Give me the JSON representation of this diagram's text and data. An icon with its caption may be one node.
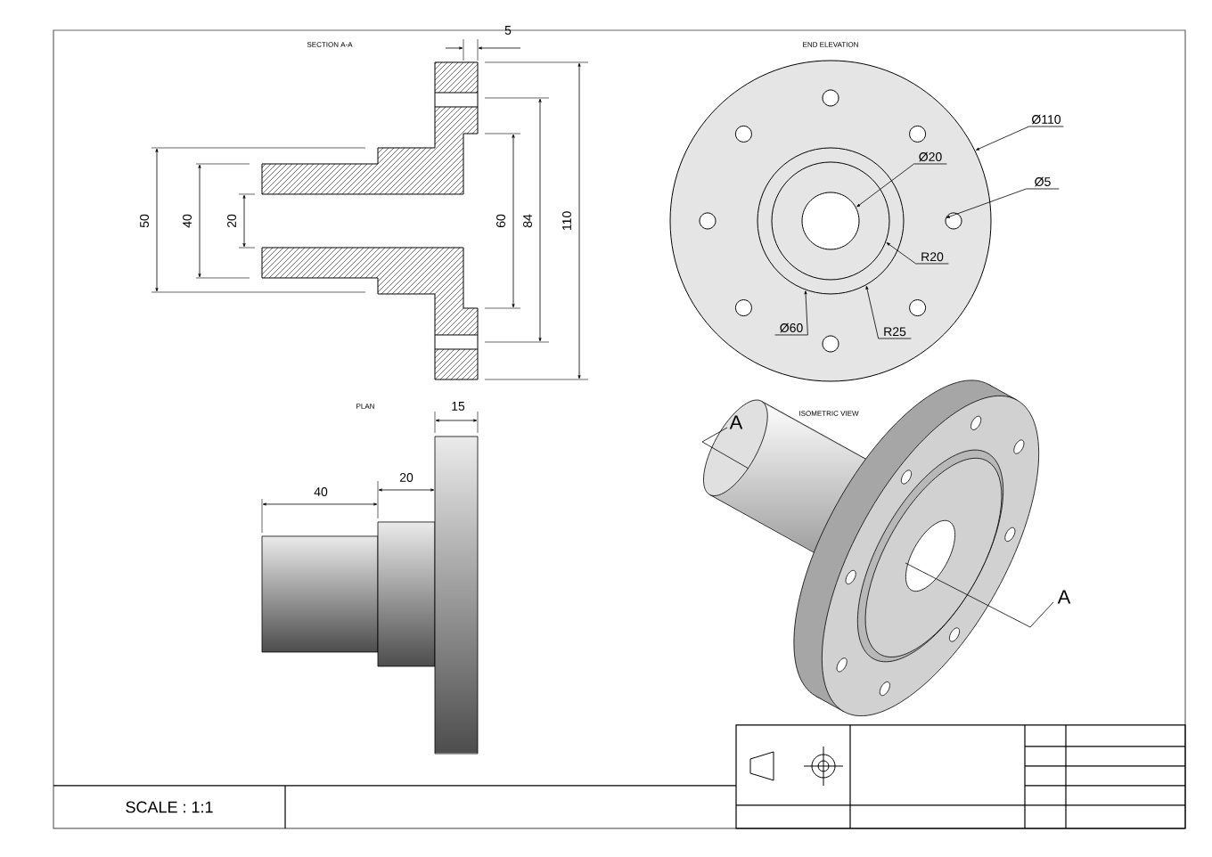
{
  "diagram": {
    "nodes": [
      {
        "text": [
          "Ø110"
        ]
      },
      {
        "text": [
          "Ø20"
        ],
        "in": 6
      },
      {
        "text": [
          "Ø5"
        ]
      },
      {
        "text": [
          "R20"
        ],
        "in": 6
      },
      {
        "text": [
          "R25"
        ],
        "in": 6
      },
      {
        "text": [
          "Ø60"
        ],
        "in": 6
      },
      {
        "text": [],
        "shape": "circle"
      },
      {
        "text": [],
        "shape": "circle",
        "in": 9
      },
      {
        "text": [],
        "shape": "circle",
        "in": 6
      },
      {
        "text": [],
        "shape": "circle",
        "in": 10
      },
      {
        "text": [],
        "shape": "circle",
        "in": 6
      }
    ],
    "edges": [
      {
        "from": 0,
        "to": 6,
        "arrow": "to"
      },
      {
        "from": 1,
        "to": 7,
        "arrow": "to"
      },
      {
        "from": 2,
        "to": 8,
        "arrow": "to"
      },
      {
        "from": 3,
        "to": 9,
        "arrow": "to"
      },
      {
        "from": 4,
        "to": 10,
        "arrow": "to"
      },
      {
        "from": 5,
        "to": 10,
        "arrow": "to"
      }
    ],
    "labels": [
      "SECTION A-A",
      "5",
      "50",
      "40",
      "20",
      "60",
      "84",
      "110",
      "END ELEVATION",
      "PLAN",
      "15",
      "40",
      "20",
      "ISOMETRIC VIEW",
      "A",
      "A",
      "SCALE : 1:1"
    ]
  }
}
